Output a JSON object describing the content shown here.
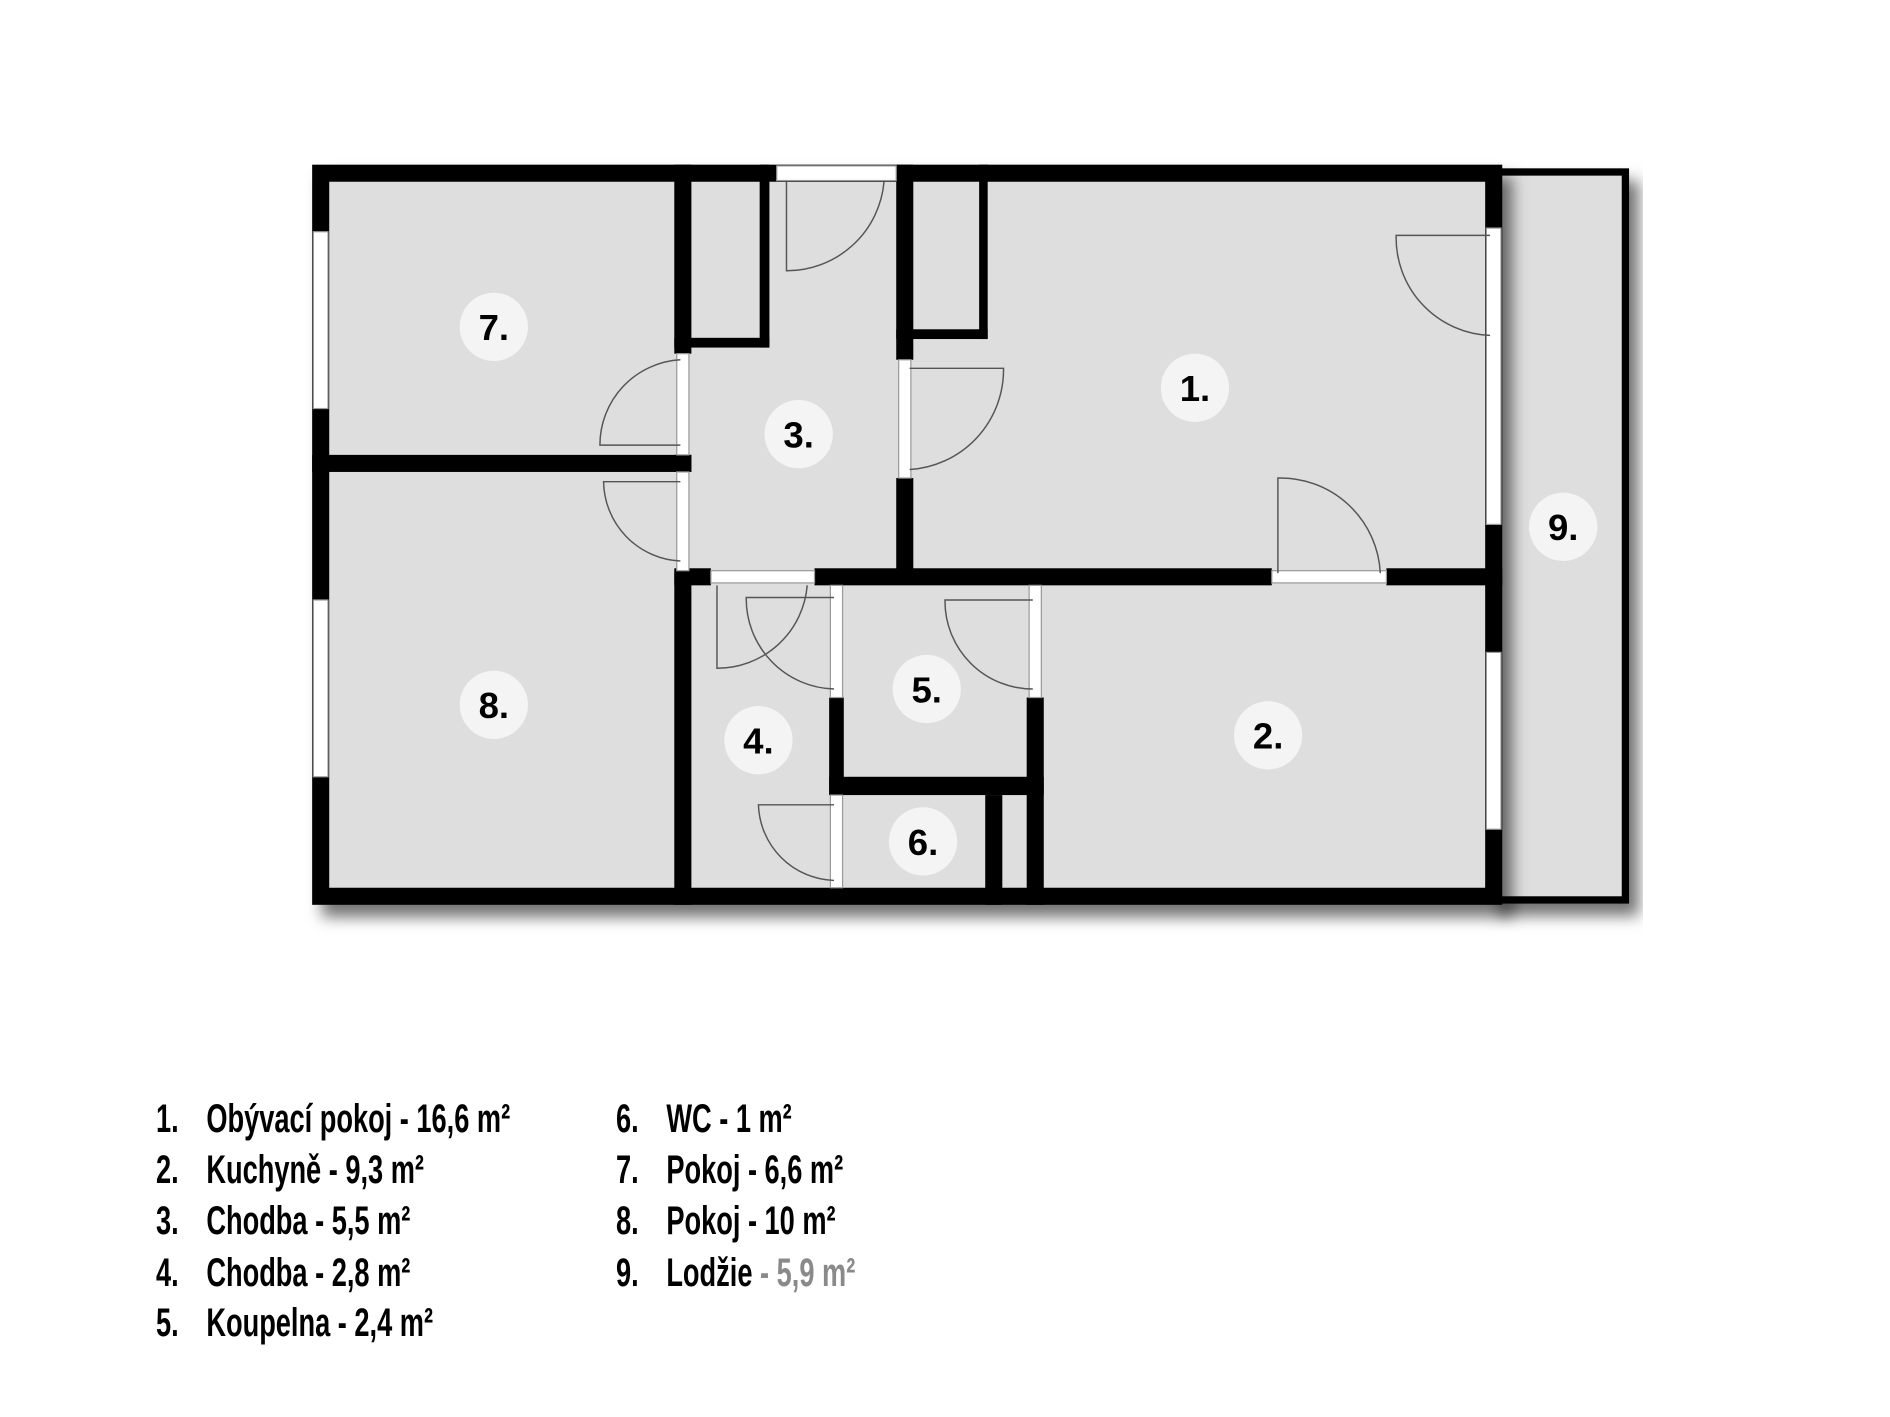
{
  "plan": {
    "rooms": [
      {
        "id": "1",
        "label": "1."
      },
      {
        "id": "2",
        "label": "2."
      },
      {
        "id": "3",
        "label": "3."
      },
      {
        "id": "4",
        "label": "4."
      },
      {
        "id": "5",
        "label": "5."
      },
      {
        "id": "6",
        "label": "6."
      },
      {
        "id": "7",
        "label": "7."
      },
      {
        "id": "8",
        "label": "8."
      },
      {
        "id": "9",
        "label": "9."
      }
    ]
  },
  "legend": [
    {
      "num": "1.",
      "name": "Obývací pokoj",
      "area": "- 16,6 m²"
    },
    {
      "num": "2.",
      "name": "Kuchyně",
      "area": "- 9,3 m²"
    },
    {
      "num": "3.",
      "name": "Chodba",
      "area": "- 5,5 m²"
    },
    {
      "num": "4.",
      "name": "Chodba",
      "area": "- 2,8 m²"
    },
    {
      "num": "5.",
      "name": "Koupelna",
      "area": "- 2,4 m²"
    },
    {
      "num": "6.",
      "name": "WC",
      "area": "- 1 m²"
    },
    {
      "num": "7.",
      "name": "Pokoj",
      "area": "- 6,6 m²"
    },
    {
      "num": "8.",
      "name": "Pokoj",
      "area": "- 10 m²"
    },
    {
      "num": "9.",
      "name": "Lodžie",
      "area": "- 5,9 m²"
    }
  ],
  "colors": {
    "wall": "#000000",
    "floor": "#dedede",
    "label_bg": "#f4f4f4"
  }
}
